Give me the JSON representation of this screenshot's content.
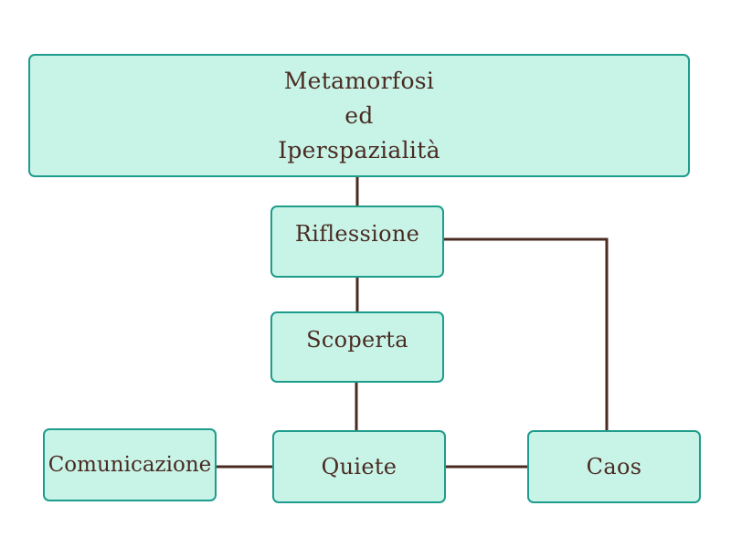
{
  "colors": {
    "node_fill": "#c8f4e8",
    "node_border": "#1e9c8c",
    "connector": "#4a2b22",
    "text": "#4a2b22"
  },
  "nodes": {
    "root": "Metamorfosi\ned\nIperspazialità",
    "riflessione": "Riflessione",
    "scoperta": "Scoperta",
    "comunicazione": "Comunicazione",
    "quiete": "Quiete",
    "caos": "Caos"
  },
  "edges": [
    {
      "from": "root",
      "to": "riflessione"
    },
    {
      "from": "riflessione",
      "to": "scoperta"
    },
    {
      "from": "scoperta",
      "to": "quiete"
    },
    {
      "from": "comunicazione",
      "to": "quiete"
    },
    {
      "from": "quiete",
      "to": "caos"
    },
    {
      "from": "riflessione",
      "to": "caos"
    }
  ]
}
